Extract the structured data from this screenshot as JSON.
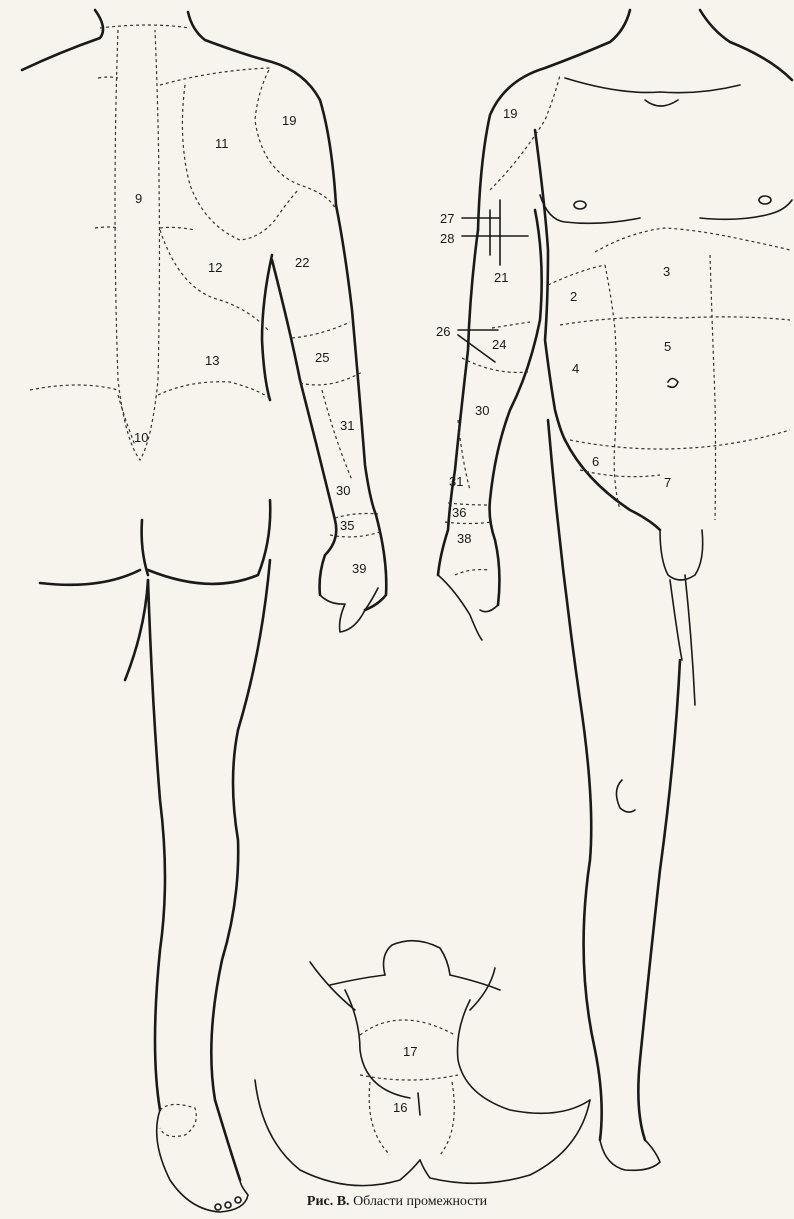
{
  "regions": {
    "r2": "2",
    "r3": "3",
    "r4": "4",
    "r5": "5",
    "r6": "6",
    "r7": "7",
    "r9": "9",
    "r10": "10",
    "r11": "11",
    "r12": "12",
    "r13": "13",
    "r16": "16",
    "r17": "17",
    "r19_back": "19",
    "r19_front": "19",
    "r21": "21",
    "r22": "22",
    "r24": "24",
    "r25": "25",
    "r26": "26",
    "r27": "27",
    "r28": "28",
    "r30_back": "30",
    "r30_front": "30",
    "r31_back": "31",
    "r31_front": "31",
    "r35": "35",
    "r36": "36",
    "r38": "38",
    "r39": "39"
  },
  "caption": {
    "prefix": "Рис. В.",
    "text": "Области промежности"
  }
}
